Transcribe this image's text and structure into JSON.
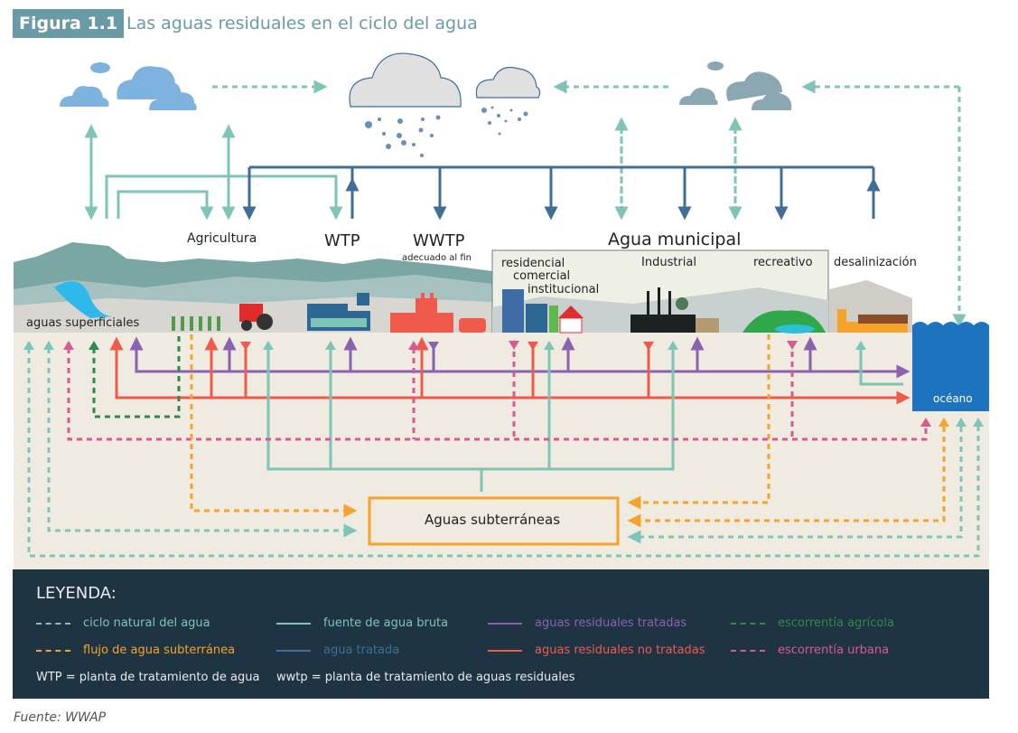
{
  "figure": {
    "number": "Figura 1.1",
    "title": "Las aguas residuales en el ciclo del agua",
    "source": "Fuente: WWAP"
  },
  "labels": {
    "agricultura": "Agricultura",
    "wtp": "WTP",
    "wwtp": "WWTP",
    "wwtp_sub": "adecuado al fin",
    "agua_municipal": "Agua municipal",
    "residencial": "residencial",
    "comercial": "comercial",
    "institucional": "institucional",
    "industrial": "Industrial",
    "recreativo": "recreativo",
    "desalinizacion": "desalinización",
    "aguas_superficiales": "aguas superficiales",
    "oceano": "océano",
    "aguas_subterraneas": "Aguas subterráneas"
  },
  "legend": {
    "title": "LEYENDA:",
    "items": [
      {
        "label": "ciclo natural del agua",
        "color": "#7fc4b8",
        "style": "dashed"
      },
      {
        "label": "flujo de agua subterránea",
        "color": "#f5a32a",
        "style": "dashed"
      },
      {
        "label": "fuente de agua bruta",
        "color": "#7fc4b8",
        "style": "solid"
      },
      {
        "label": "agua tratada",
        "color": "#3f6e96",
        "style": "solid"
      },
      {
        "label": "aguas residuales tratadas",
        "color": "#8a62b0",
        "style": "solid"
      },
      {
        "label": "aguas residuales no tratadas",
        "color": "#ef5a4b",
        "style": "solid"
      },
      {
        "label": "escorrentía agrícola",
        "color": "#2e8b4a",
        "style": "dashed"
      },
      {
        "label": "escorrentía urbana",
        "color": "#d85a92",
        "style": "dashed"
      }
    ],
    "notes": [
      "WTP = planta de tratamiento de agua",
      "wwtp = planta de tratamiento de aguas residuales"
    ]
  },
  "colors": {
    "natural": "#7fc4b8",
    "groundwater": "#f5a32a",
    "treated": "#3f6e96",
    "wastewater_treated": "#8a62b0",
    "wastewater_untreated": "#ef5a4b",
    "agri_runoff": "#2e8b4a",
    "urban_runoff": "#d85a92",
    "ocean": "#1e73be",
    "ground_bg": "#efebe0"
  }
}
